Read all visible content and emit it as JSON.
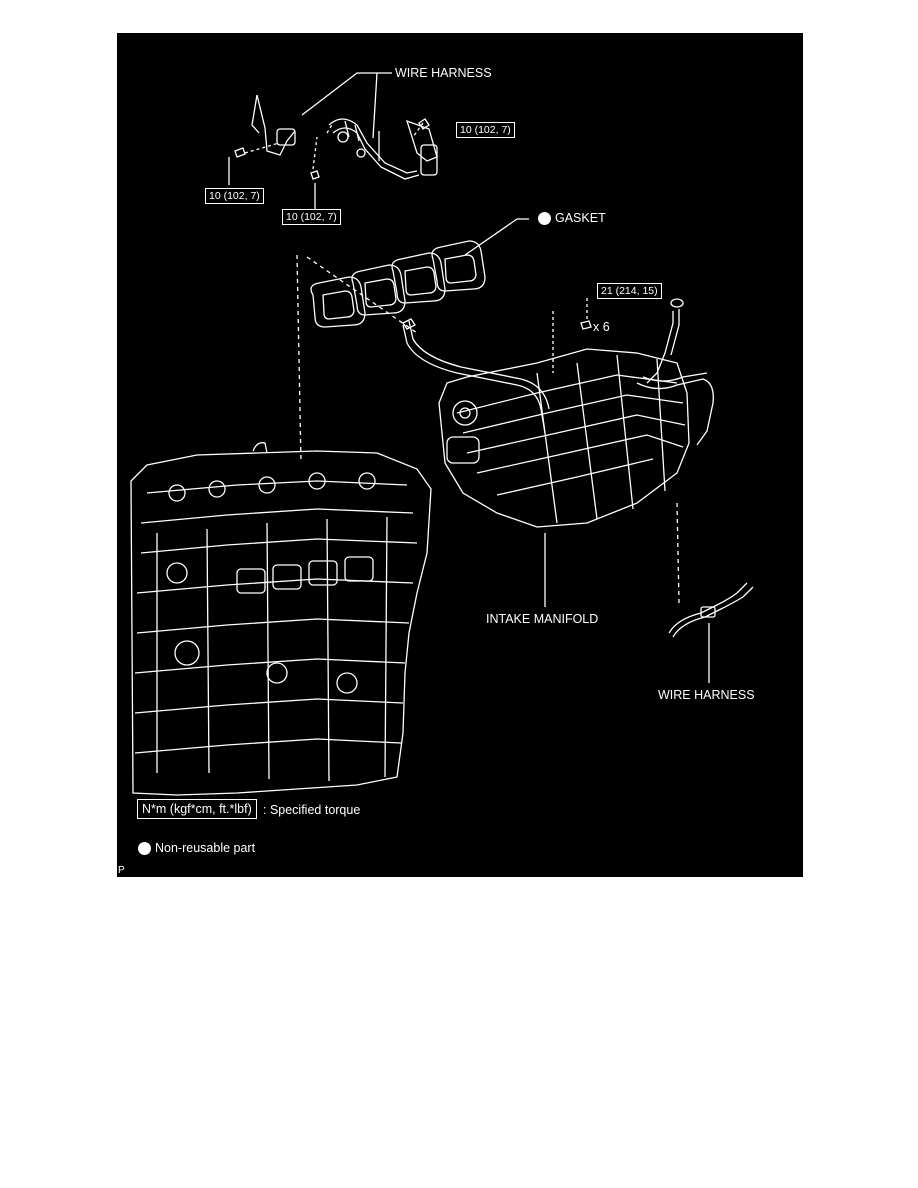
{
  "labels": {
    "wire_harness_top": "WIRE HARNESS",
    "gasket": "GASKET",
    "intake_manifold": "INTAKE MANIFOLD",
    "wire_harness_bottom": "WIRE HARNESS",
    "bolt_qty": "x 6",
    "corner_mark": "P"
  },
  "torques": {
    "t1": "10 (102, 7)",
    "t2": "10 (102, 7)",
    "t3": "10 (102, 7)",
    "t4": "21 (214, 15)"
  },
  "legend": {
    "torque_unit": "N*m (kgf*cm, ft.*lbf)",
    "torque_desc": ": Specified torque",
    "non_reusable": "Non-reusable part"
  },
  "colors": {
    "background": "#000000",
    "linework": "#ffffff"
  }
}
